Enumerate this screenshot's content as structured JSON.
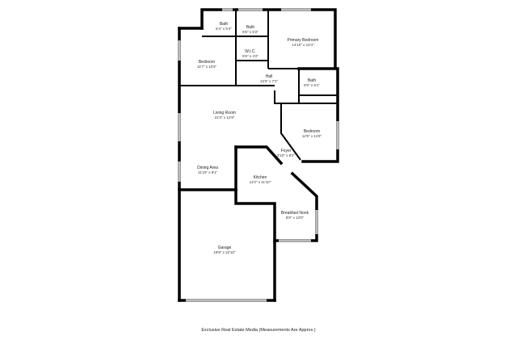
{
  "rooms": [
    {
      "name": "Bath",
      "dims": "6'4\" x 5'4\""
    },
    {
      "name": "Bath",
      "dims": "6'5\" x 6'2\""
    },
    {
      "name": "Primary Bedroom",
      "dims": "14'10\" x 12'4\""
    },
    {
      "name": "W.I.C.",
      "dims": "6'5\" x 4'2\""
    },
    {
      "name": "Bedroom",
      "dims": "11'7\" x 10'3\""
    },
    {
      "name": "Hall",
      "dims": "13'3\" x 7'4\""
    },
    {
      "name": "Bath",
      "dims": "8'0\" x 5'1\""
    },
    {
      "name": "Living Room",
      "dims": "21'3\" x 12'9\""
    },
    {
      "name": "Bedroom",
      "dims": "12'0\" x 11'8\""
    },
    {
      "name": "Foyer",
      "dims": "3'10\" x 8'2\""
    },
    {
      "name": "Dining Area",
      "dims": "11'10\" x 9'1\""
    },
    {
      "name": "Kitchen",
      "dims": "12'2\" x 11'10\""
    },
    {
      "name": "Breakfast Nook",
      "dims": "8'8\" x 13'0\""
    },
    {
      "name": "Garage",
      "dims": "19'8\" x 22'10\""
    }
  ],
  "footer": "Exclusive Real Estate Media (Measurements Are Approx.)"
}
